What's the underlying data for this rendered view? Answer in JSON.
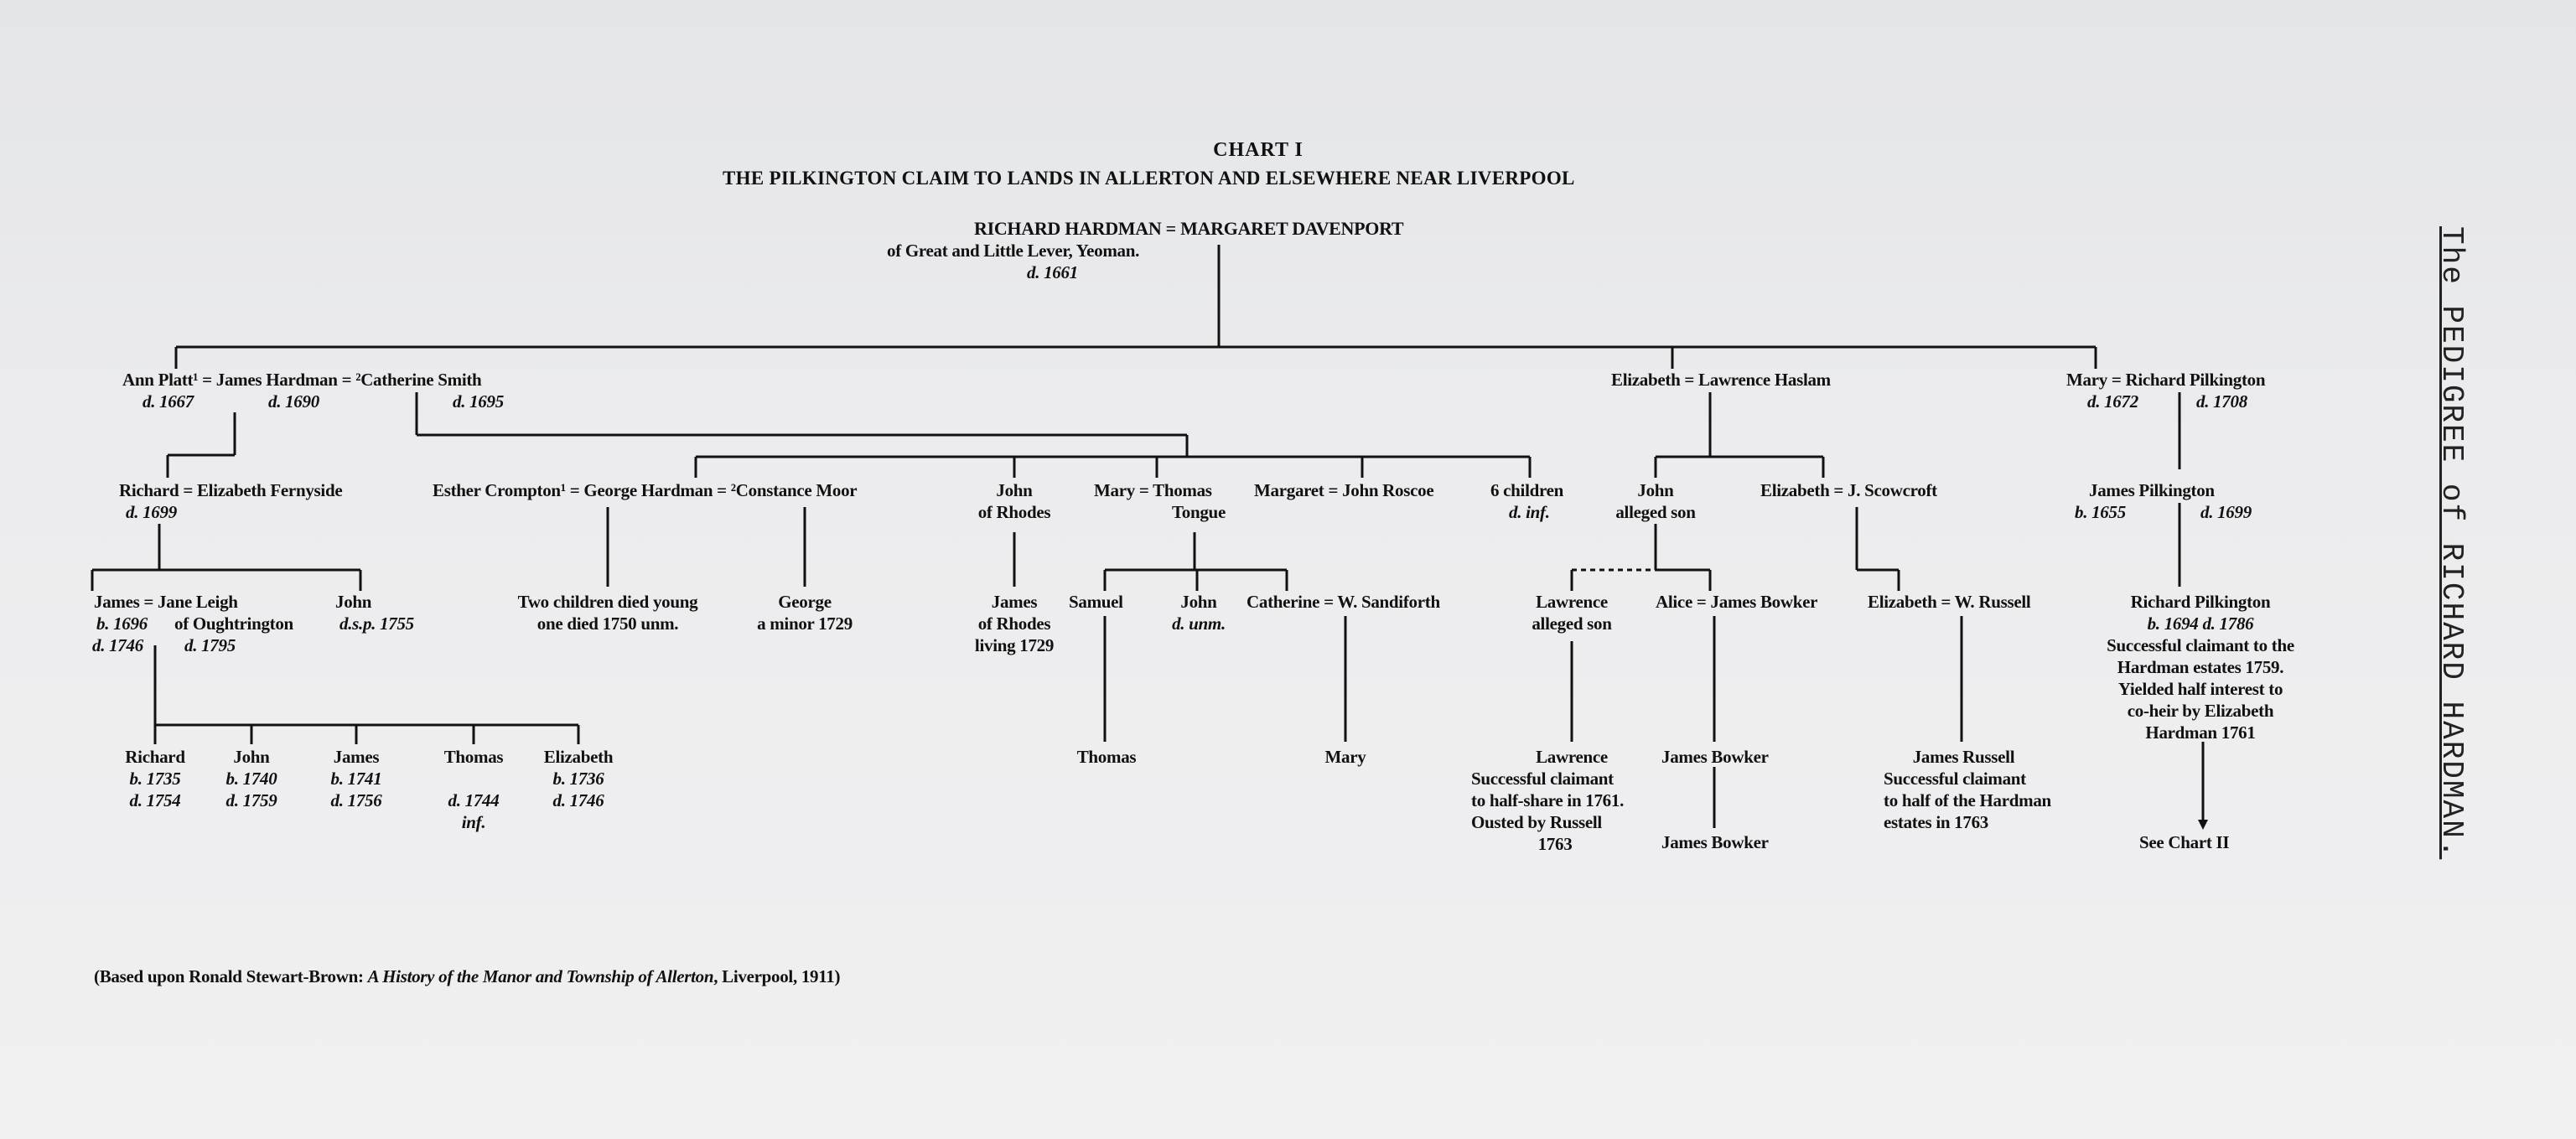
{
  "header": {
    "chart_no": "CHART I",
    "title": "THE PILKINGTON CLAIM TO LANDS IN ALLERTON AND ELSEWHERE NEAR LIVERPOOL"
  },
  "side_title": "The PEDIGREE of RICHARD HARDMAN.",
  "source": {
    "prefix": "(Based upon Ronald Stewart-Brown: ",
    "book": "A History of the Manor and Township of Allerton",
    "suffix": ", Liverpool, 1911)"
  },
  "gen0": {
    "couple": "RICHARD HARDMAN = MARGARET DAVENPORT",
    "desc": "of Great and Little Lever, Yeoman.",
    "died": "d. 1661"
  },
  "gen1": {
    "james": {
      "line": "Ann Platt¹ = James Hardman = ²Catherine Smith",
      "d_ann": "d. 1667",
      "d_james": "d. 1690",
      "d_catherine": "d. 1695"
    },
    "elizabeth": {
      "line": "Elizabeth = Lawrence Haslam"
    },
    "mary": {
      "line": "Mary = Richard Pilkington",
      "d_mary": "d. 1672",
      "d_richard": "d. 1708"
    }
  },
  "gen2": {
    "richard": {
      "line": "Richard = Elizabeth Fernyside",
      "died": "d. 1699"
    },
    "george": {
      "line": "Esther Crompton¹ = George Hardman = ²Constance Moor"
    },
    "john_rhodes": {
      "name": "John",
      "desc": "of Rhodes"
    },
    "mary_tongue": {
      "line": "Mary = Thomas",
      "line2": "Tongue"
    },
    "margaret": {
      "line": "Margaret = John Roscoe"
    },
    "six_children": {
      "name": "6 children",
      "note": "d. inf."
    },
    "john_haslam": {
      "name": "John",
      "note": "alleged son"
    },
    "elizabeth_scowcroft": {
      "line": "Elizabeth = J. Scowcroft"
    },
    "james_pilkington": {
      "name": "James Pilkington",
      "born": "b. 1655",
      "died": "d. 1699"
    }
  },
  "gen3": {
    "james_leigh": {
      "line": "James = Jane Leigh",
      "born": "b. 1696",
      "of": "of Oughtrington",
      "died": "d. 1746",
      "jane_died": "d. 1795"
    },
    "john_dsp": {
      "name": "John",
      "note": "d.s.p. 1755"
    },
    "two_children": {
      "line1": "Two children died young",
      "line2": "one died 1750 unm."
    },
    "george_minor": {
      "name": "George",
      "note": "a minor 1729"
    },
    "james_rhodes": {
      "name": "James",
      "l2": "of Rhodes",
      "l3": "living 1729"
    },
    "samuel": {
      "name": "Samuel"
    },
    "john_unm": {
      "name": "John",
      "note": "d. unm."
    },
    "catherine": {
      "line": "Catherine = W. Sandiforth"
    },
    "lawrence_alleged": {
      "name": "Lawrence",
      "note": "alleged son"
    },
    "alice": {
      "line": "Alice = James Bowker"
    },
    "elizabeth_russell": {
      "line": "Elizabeth = W. Russell"
    },
    "richard_pilkington": {
      "name": "Richard Pilkington",
      "dates": "b. 1694   d. 1786",
      "l1": "Successful claimant to the",
      "l2": "Hardman estates 1759.",
      "l3": "Yielded half interest to",
      "l4": "co-heir by Elizabeth",
      "l5": "Hardman 1761"
    }
  },
  "gen4": {
    "richard": {
      "name": "Richard",
      "born": "b. 1735",
      "died": "d. 1754"
    },
    "john": {
      "name": "John",
      "born": "b. 1740",
      "died": "d. 1759"
    },
    "james": {
      "name": "James",
      "born": "b. 1741",
      "died": "d. 1756"
    },
    "thomas": {
      "name": "Thomas",
      "died": "d. 1744",
      "note": "inf."
    },
    "elizabeth": {
      "name": "Elizabeth",
      "born": "b. 1736",
      "died": "d. 1746"
    },
    "thomas_tongue": {
      "name": "Thomas"
    },
    "mary_sandiforth": {
      "name": "Mary"
    },
    "lawrence": {
      "name": "Lawrence",
      "l1": "Successful claimant",
      "l2": "to half-share in 1761.",
      "l3": "Ousted by Russell",
      "l4": "1763"
    },
    "james_bowker": {
      "name": "James Bowker"
    },
    "james_russell": {
      "name": "James Russell",
      "l1": "Successful claimant",
      "l2": "to half of the Hardman",
      "l3": "estates in 1763"
    },
    "see_chart": "See Chart II"
  },
  "gen5": {
    "james_bowker2": {
      "name": "James Bowker"
    }
  }
}
